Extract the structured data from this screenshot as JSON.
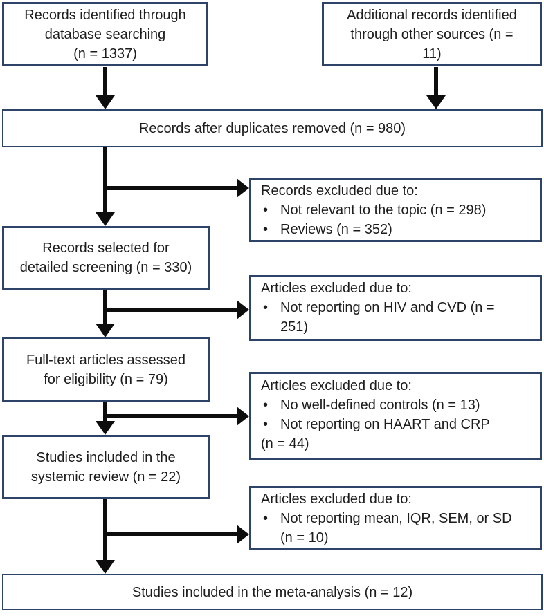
{
  "glyphs": {
    "bullet": "•"
  },
  "flow": {
    "identified_db": [
      "Records identified through",
      "database searching",
      "(n = 1337)"
    ],
    "identified_other": [
      "Additional records identified",
      "through other sources (n =",
      "11)"
    ],
    "after_duplicates": "Records after duplicates removed (n = 980)",
    "selected_screening": [
      "Records selected for",
      "detailed screening (n = 330)"
    ],
    "fulltext_assessed": [
      "Full-text articles assessed",
      "for eligibility (n = 79)"
    ],
    "systemic_review": [
      "Studies included in the",
      "systemic review (n = 22)"
    ],
    "meta_analysis": "Studies included in the meta-analysis (n = 12)"
  },
  "exclusions": {
    "after_duplicates": {
      "title": "Records excluded due to:",
      "items": [
        [
          "Not relevant to the topic (n = 298)"
        ],
        [
          "Reviews (n = 352)"
        ]
      ]
    },
    "screening": {
      "title": "Articles excluded due to:",
      "items": [
        [
          "Not reporting on HIV and CVD (n =",
          "251)"
        ]
      ]
    },
    "eligibility": {
      "title": "Articles excluded due to:",
      "items": [
        [
          "No well-defined controls (n = 13)"
        ],
        [
          "Not reporting on HAART and CRP",
          "(n = 44)"
        ]
      ]
    },
    "review": {
      "title": "Articles excluded due to:",
      "items": [
        [
          "Not reporting mean, IQR, SEM, or SD",
          "(n = 10)"
        ]
      ]
    }
  },
  "colors": {
    "box_border": "#2e4368",
    "arrow": "#0d0d0d",
    "text": "#1c1c1c",
    "background": "#ffffff"
  }
}
